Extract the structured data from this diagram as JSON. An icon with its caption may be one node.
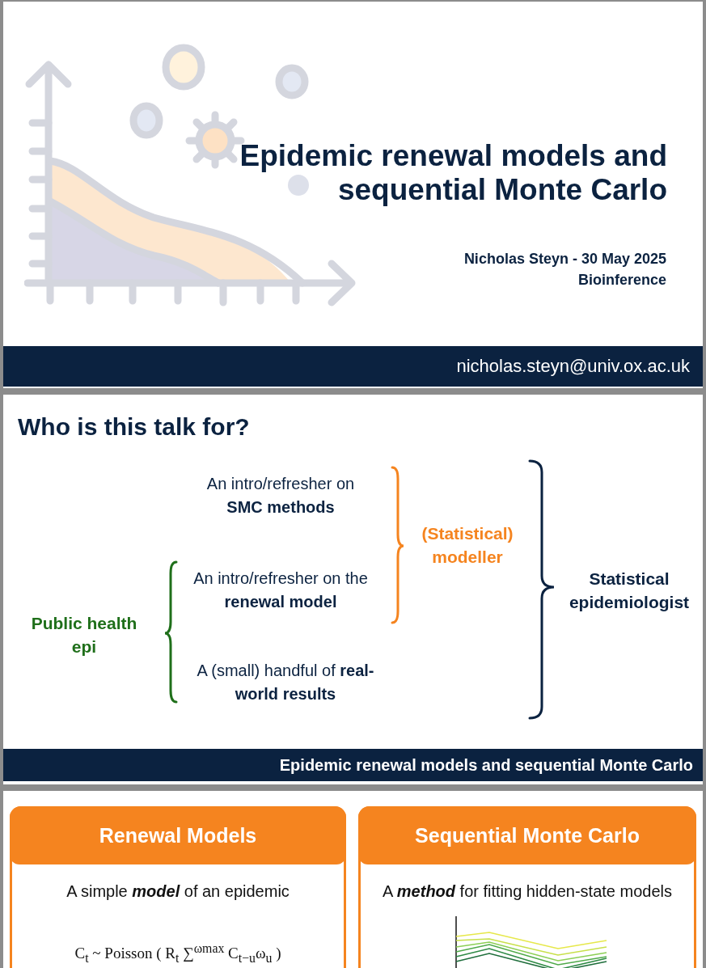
{
  "diagram": {
    "title": "Epidemic renewal models and sequential Monte Carlo",
    "nodes": [
      {
        "text": [
          "nicholas.steyn@univ.ox.ac.uk"
        ]
      },
      {
        "text": [
          "Epidemic renewal models and sequential Monte Carlo"
        ]
      },
      {
        "text": [
          "Renewal Models",
          "A simple **model** of an epidemic",
          "C$_{t}$ ~ Poisson ( R$_{t}$ ∑$^{ωmax}$ C$_{t−u}$ω$_{u}$ )"
        ]
      },
      {
        "text": [
          "Sequential Monte Carlo",
          "A **method** for fitting hidden-state models"
        ]
      }
    ],
    "labels": [
      "Nicholas Steyn - 30 May 2025",
      "Bioinference",
      "Who is this talk for?",
      "An intro/refresher on **SMC methods**",
      "An intro/refresher on the **renewal model**",
      "A (small) handful of **real-world results**",
      "(Statistical) modeller",
      "Statistical epidemiologist",
      "Public health epi"
    ]
  }
}
